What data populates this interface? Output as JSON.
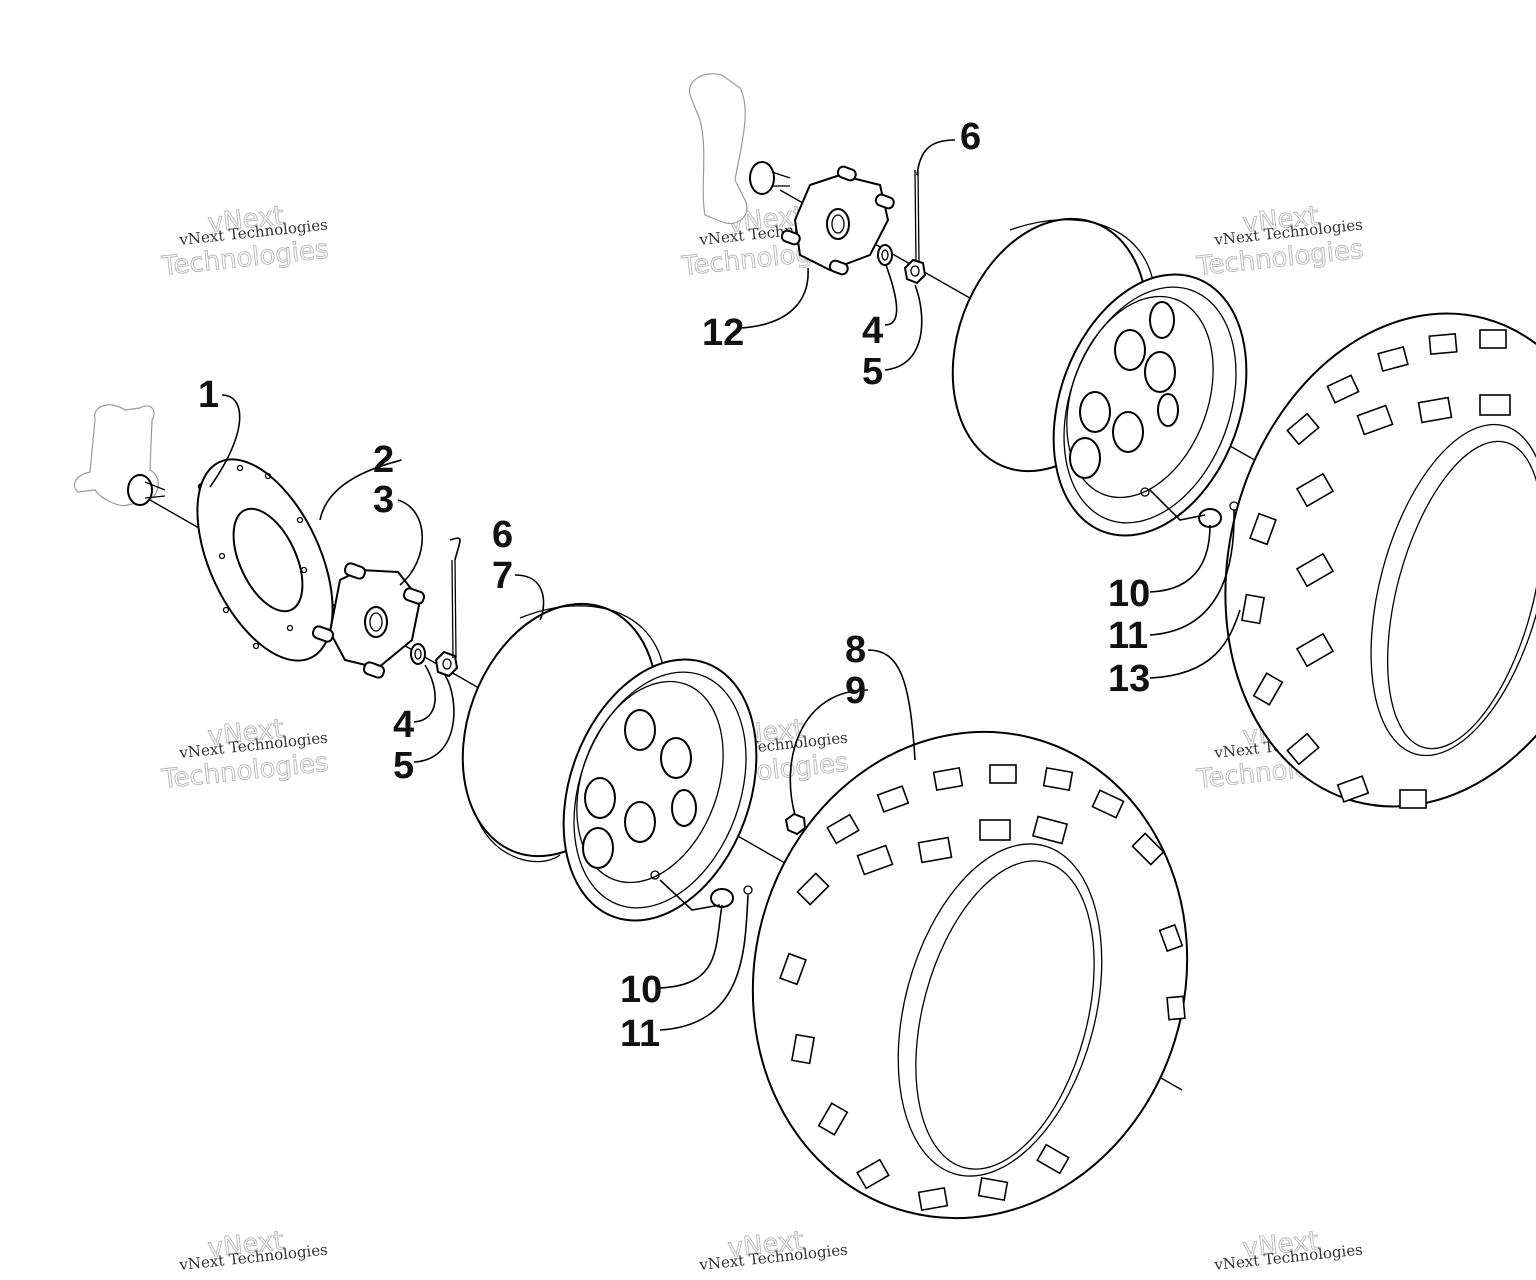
{
  "callouts": {
    "c1": "1",
    "c2": "2",
    "c3": "3",
    "c4a": "4",
    "c5a": "5",
    "c6a": "6",
    "c7": "7",
    "c8": "8",
    "c9": "9",
    "c10a": "10",
    "c11a": "11",
    "c6b": "6",
    "c12": "12",
    "c4b": "4",
    "c5b": "5",
    "c10b": "10",
    "c11b": "11",
    "c13": "13"
  },
  "watermark": {
    "line1": "vNext Technologies",
    "line2": "vNext",
    "line3": "Technologies"
  }
}
